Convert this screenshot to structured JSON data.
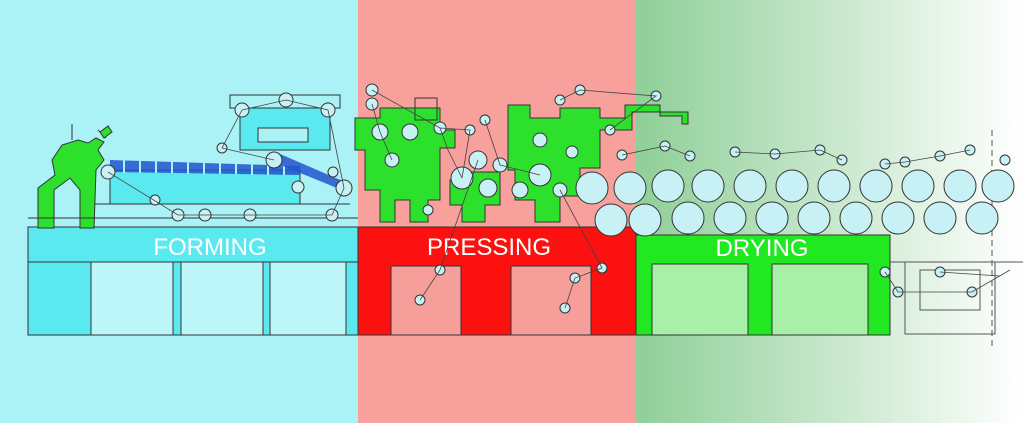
{
  "sections": {
    "forming": {
      "label": "FORMING",
      "bg": "#aaf2f6",
      "machine": "#5ae9ef"
    },
    "pressing": {
      "label": "PRESSING",
      "bg": "#f7a09c",
      "machine": "#fc1010"
    },
    "drying": {
      "label": "DRYING",
      "bg_start": "#8fcf98",
      "bg_end": "#ffffff",
      "machine": "#22e822"
    }
  },
  "colors": {
    "equipment": "#2ce02c",
    "roll": "#c8f1f6",
    "line": "#333333",
    "window_light": "#bdf6f8",
    "window_pink": "#f59e9a",
    "window_green": "#a8f0a8"
  }
}
